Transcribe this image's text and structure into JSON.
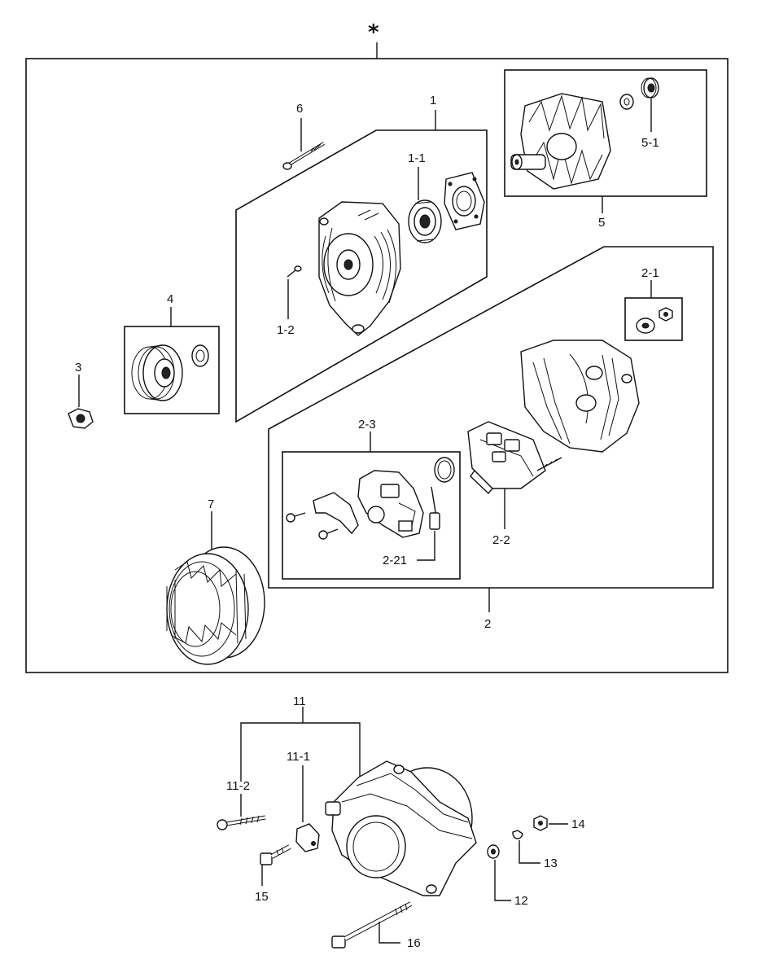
{
  "diagram": {
    "assembly_marker": "*",
    "labels": {
      "p1": "1",
      "p1_1": "1-1",
      "p1_2": "1-2",
      "p2": "2",
      "p2_1": "2-1",
      "p2_2": "2-2",
      "p2_3": "2-3",
      "p2_21": "2-21",
      "p3": "3",
      "p4": "4",
      "p5": "5",
      "p5_1": "5-1",
      "p6": "6",
      "p7": "7",
      "p11": "11",
      "p11_1": "11-1",
      "p11_2": "11-2",
      "p12": "12",
      "p13": "13",
      "p14": "14",
      "p15": "15",
      "p16": "16"
    }
  }
}
